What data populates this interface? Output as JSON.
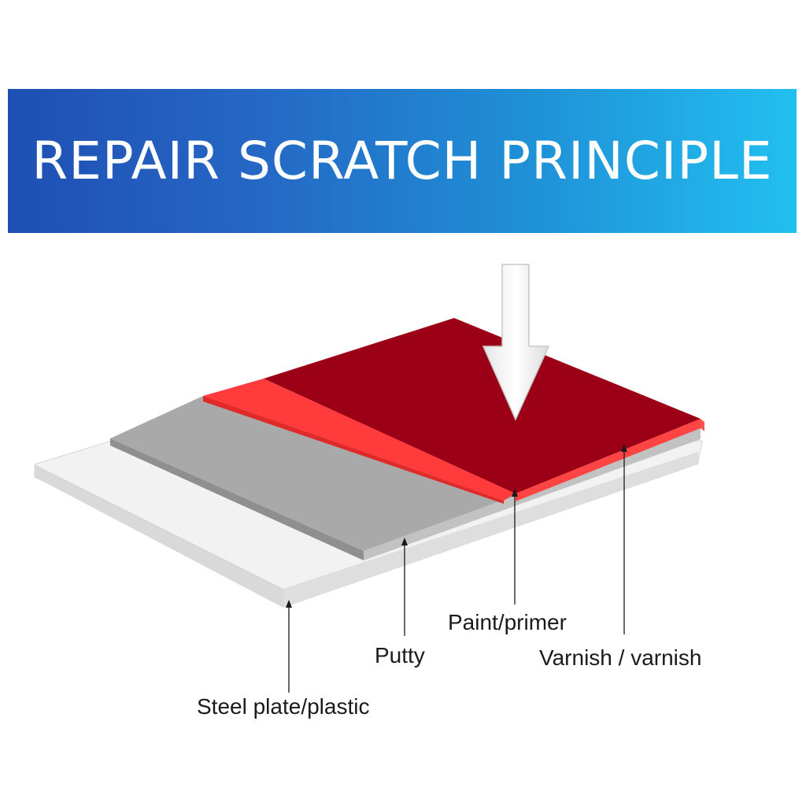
{
  "header": {
    "title": "REPAIR SCRATCH PRINCIPLE"
  },
  "layers": {
    "paint": "Paint/primer",
    "putty": "Putty",
    "varnish": "Varnish / varnish",
    "base": "Steel plate/plastic"
  },
  "colors": {
    "banner_start": "#1f4fb3",
    "banner_end": "#22bff0",
    "varnish_top": "#9c0016",
    "paint_red": "#ff3a3a",
    "putty_gray": "#a8a8a8",
    "base_white": "#f2f2f2"
  },
  "icons": {
    "arrow": "down-arrow-icon"
  }
}
